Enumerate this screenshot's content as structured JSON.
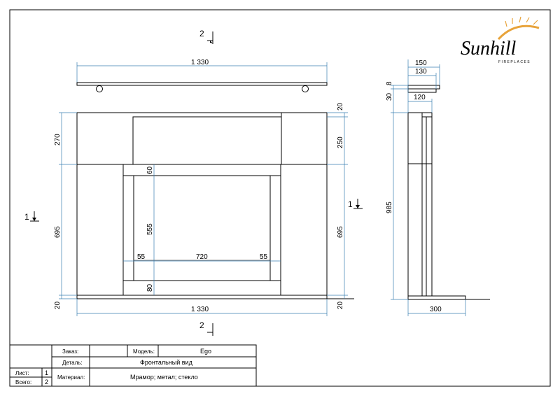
{
  "logo": {
    "name": "Sunhill",
    "tagline": "FIREPLACES",
    "accent_color": "#e8a33a"
  },
  "section_markers": {
    "two": "2",
    "one": "1"
  },
  "front_view": {
    "width_top": "1 330",
    "width_bottom": "1 330",
    "upper_left_height": "270",
    "upper_right_height": "250",
    "top_offset": "20",
    "lower_left_height": "695",
    "lower_right_height": "695",
    "frame_top": "60",
    "opening_height": "555",
    "frame_bottom": "80",
    "frame_left": "55",
    "opening_width": "720",
    "frame_right": "55",
    "base_left": "20",
    "base_right": "20"
  },
  "side_view": {
    "depth_150": "150",
    "depth_130": "130",
    "thickness_8": "8",
    "thickness_30": "30",
    "depth_120": "120",
    "height_985": "985",
    "base_depth": "300"
  },
  "title_block": {
    "order_label": "Заказ:",
    "order_value": "",
    "model_label": "Модель:",
    "model_value": "Ego",
    "part_label": "Деталь:",
    "part_value": "Фронтальный вид",
    "sheet_label": "Лист:",
    "sheet_value": "1",
    "total_label": "Всего:",
    "total_value": "2",
    "material_label": "Материал:",
    "material_value": "Мрамор; метал; стекло"
  }
}
